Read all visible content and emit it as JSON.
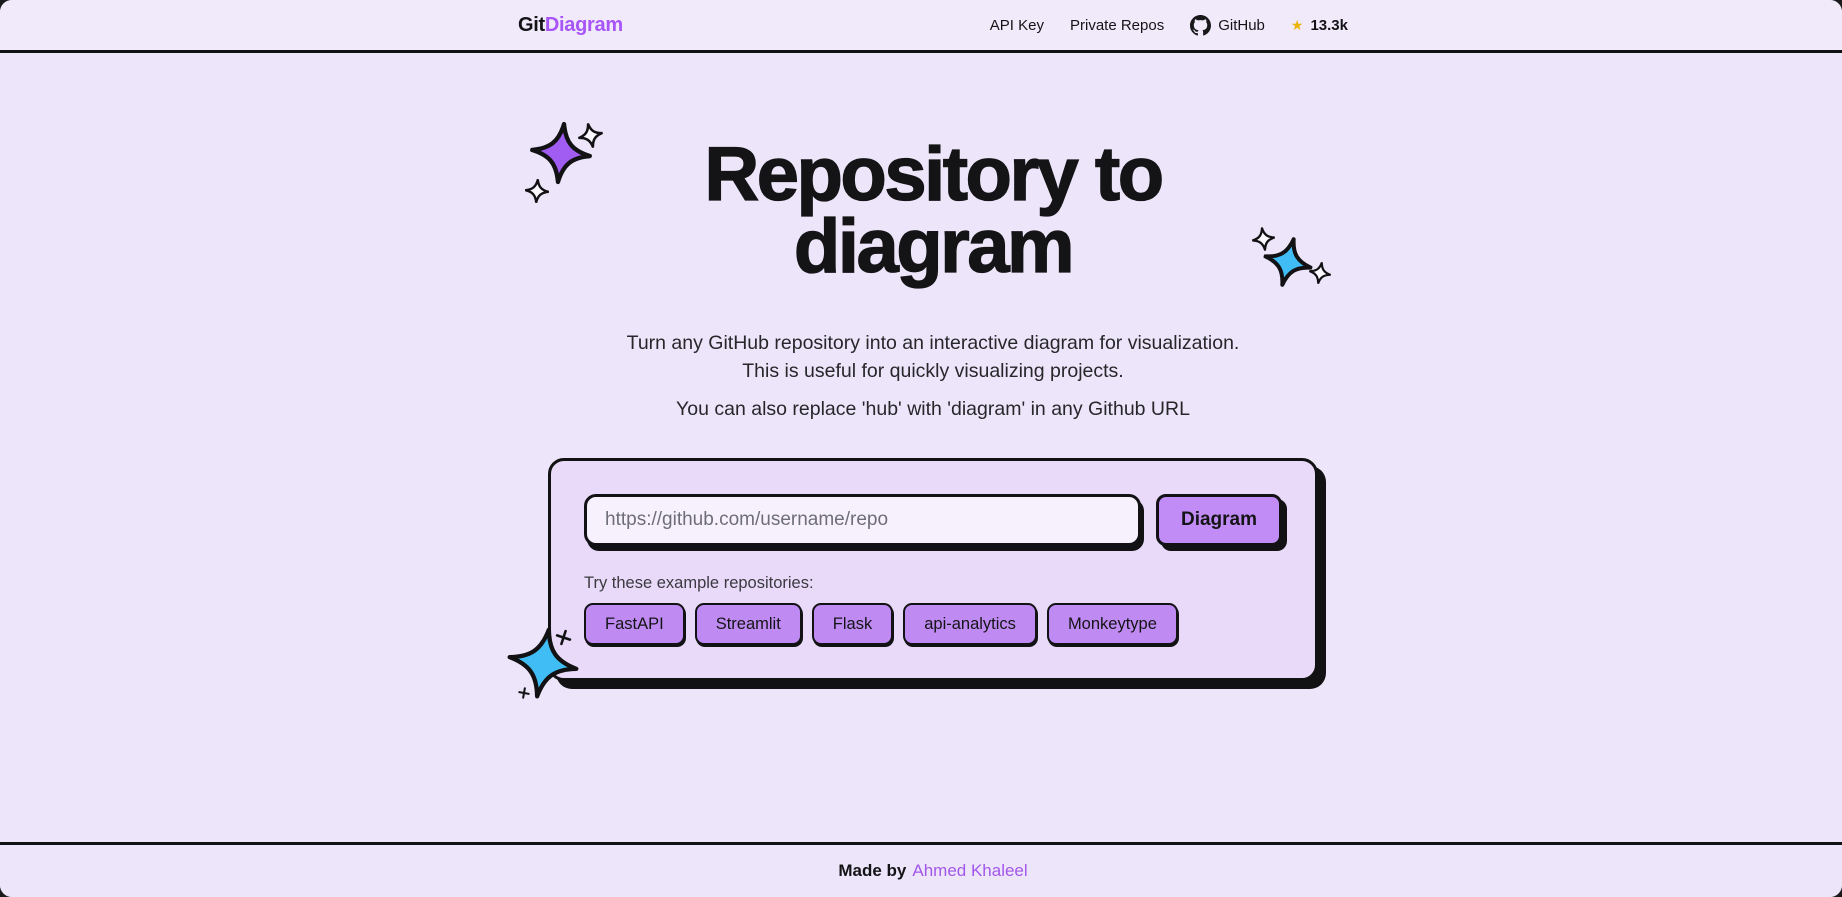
{
  "colors": {
    "page_background": "#EDE5F9",
    "header_background": "#F1EAFB",
    "card_background": "#E9DAF9",
    "input_background": "#F7F1FD",
    "accent_purple": "#A855F7",
    "button_purple": "#C18CF5",
    "sparkle_purple": "#A15CF2",
    "sparkle_blue": "#41BDF5",
    "star_gold": "#EAB308",
    "border_black": "#121214"
  },
  "header": {
    "logo_git": "Git",
    "logo_diagram": "Diagram",
    "nav": [
      {
        "label": "API Key"
      },
      {
        "label": "Private Repos"
      }
    ],
    "github_label": "GitHub",
    "star_icon": "★",
    "star_count": "13.3k"
  },
  "hero": {
    "title_line1": "Repository to",
    "title_line2": "diagram",
    "tagline_line1": "Turn any GitHub repository into an interactive diagram for visualization.",
    "tagline_line2": "This is useful for quickly visualizing projects.",
    "tagline_line3": "You can also replace 'hub' with 'diagram' in any Github URL"
  },
  "form": {
    "input_value": "",
    "input_placeholder": "https://github.com/username/repo",
    "submit_label": "Diagram",
    "examples_label": "Try these example repositories:",
    "examples": [
      {
        "label": "FastAPI"
      },
      {
        "label": "Streamlit"
      },
      {
        "label": "Flask"
      },
      {
        "label": "api-analytics"
      },
      {
        "label": "Monkeytype"
      }
    ]
  },
  "footer": {
    "made_by_label": "Made by",
    "author": "Ahmed Khaleel"
  }
}
